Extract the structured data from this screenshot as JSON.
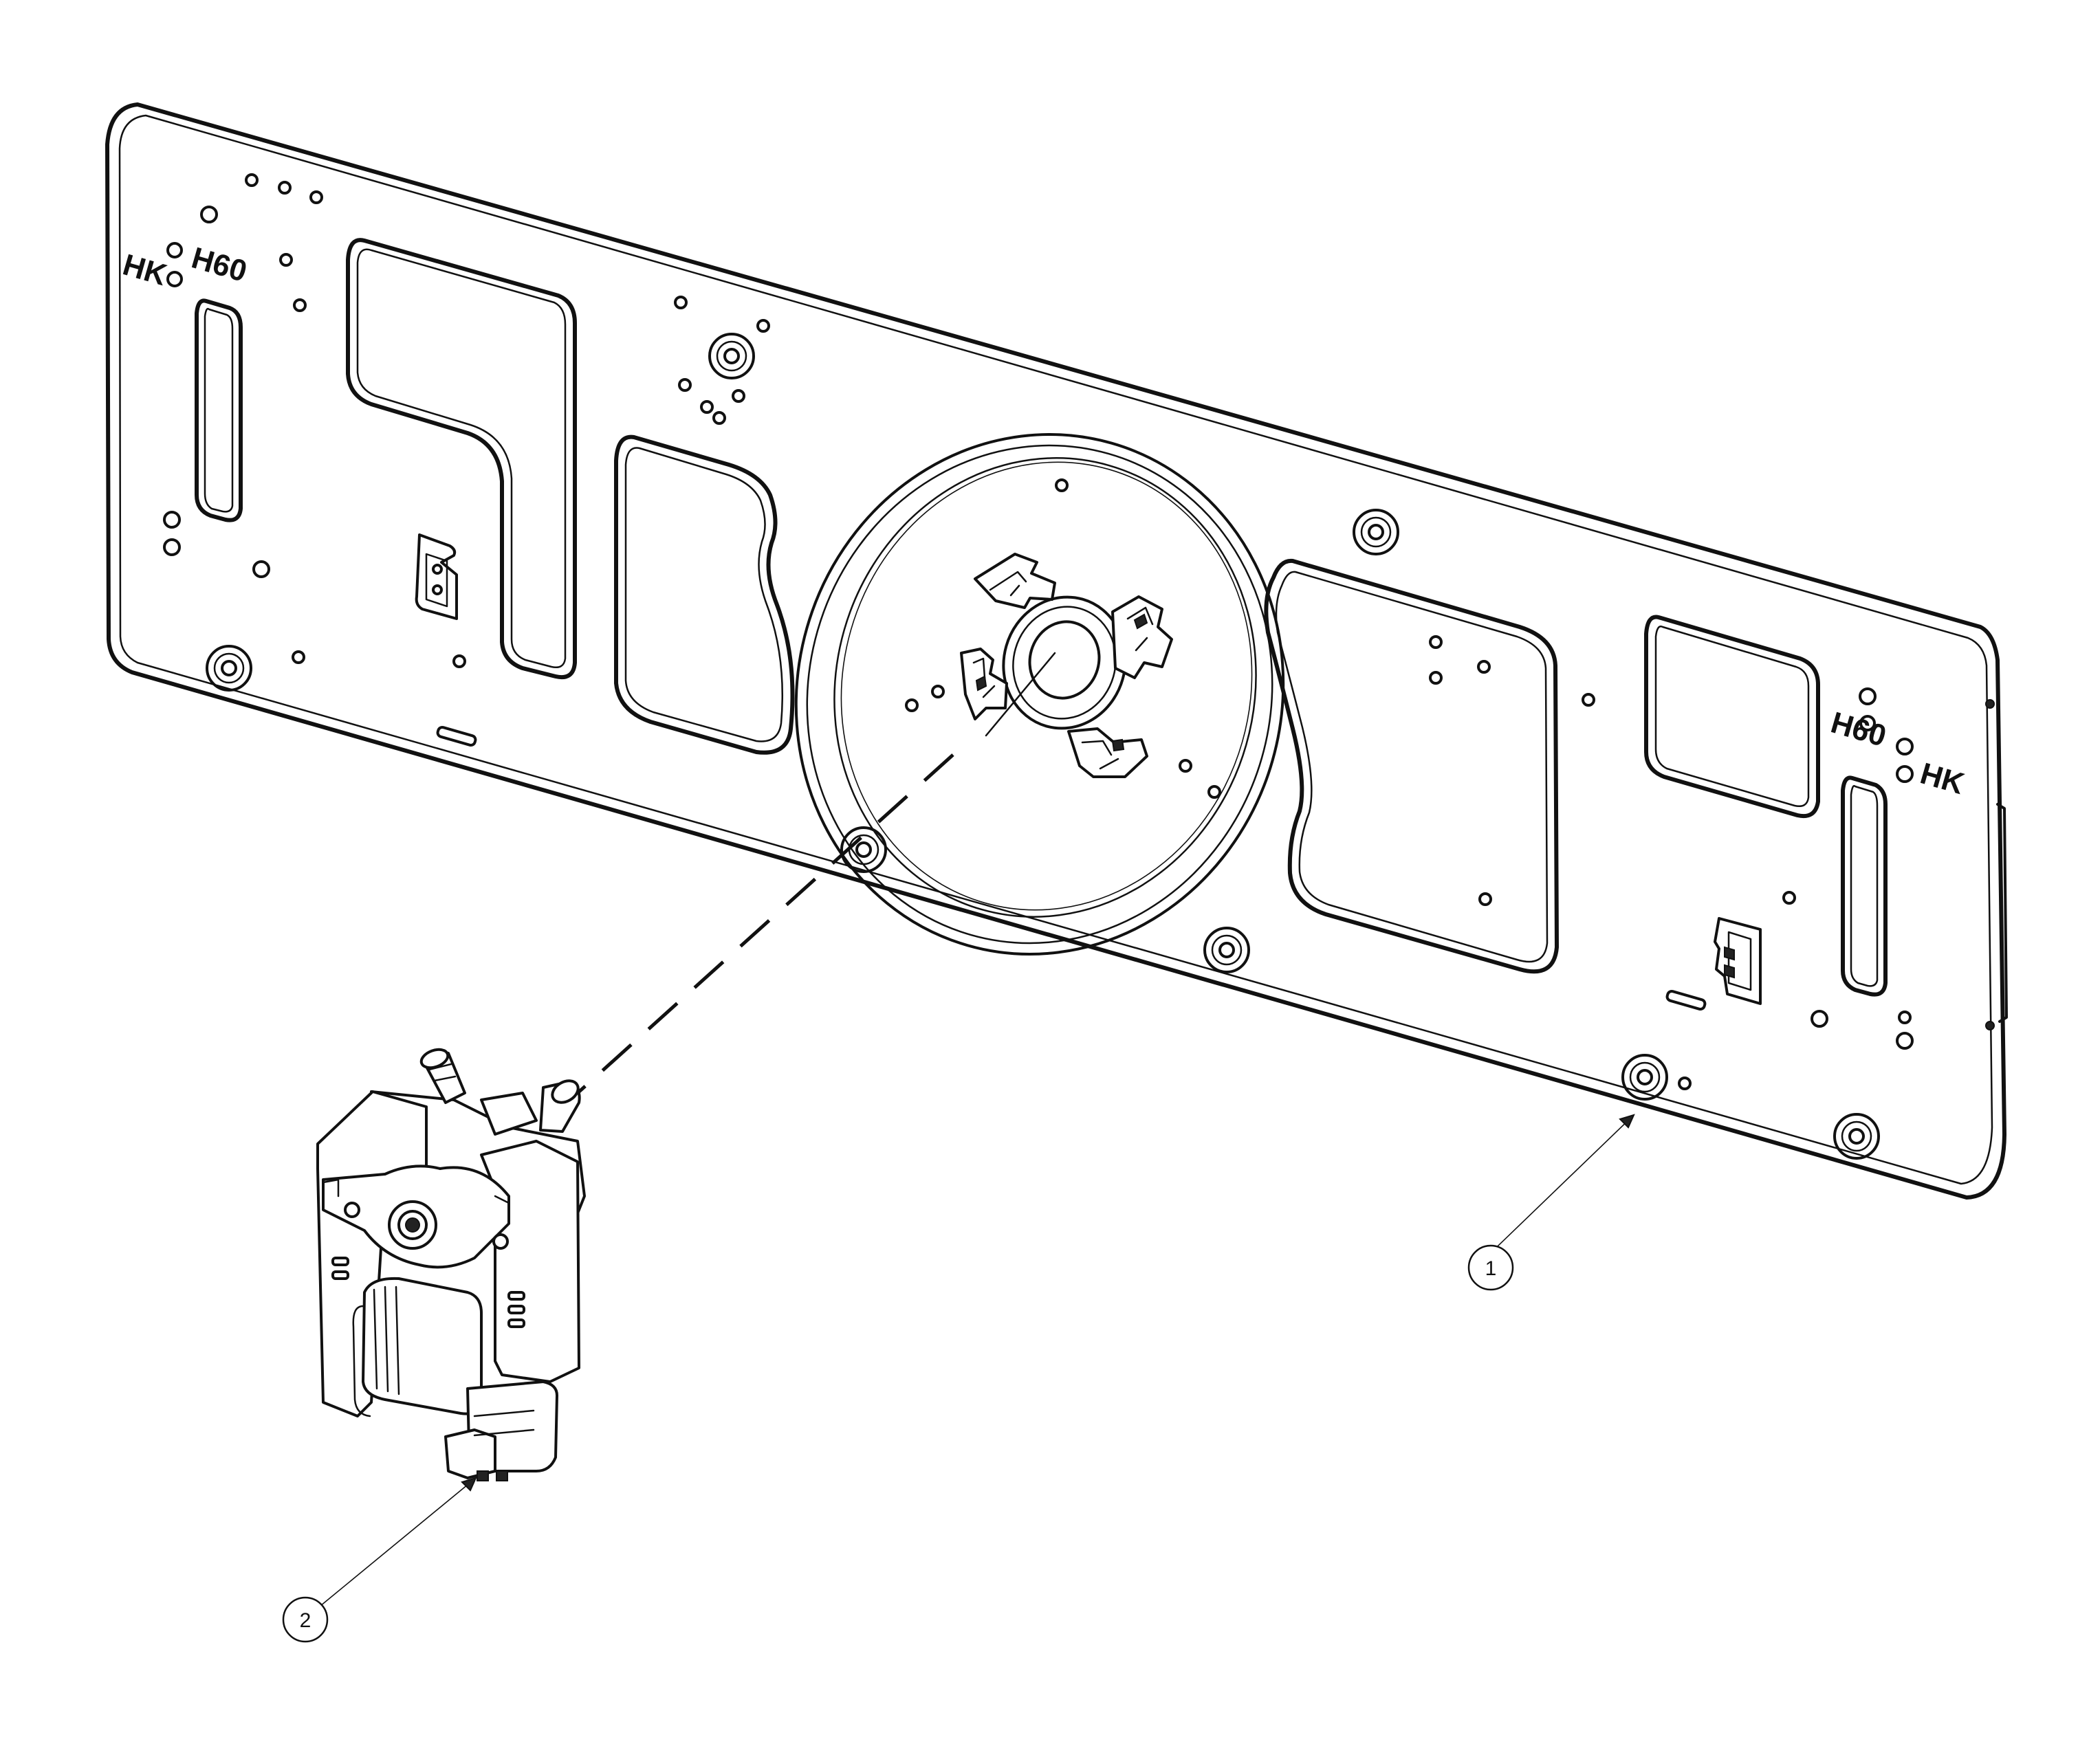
{
  "stamps": {
    "left_hk": "HK",
    "left_h60": "H60",
    "right_h60": "H60",
    "right_hk": "HK"
  },
  "callouts": [
    {
      "label": "1",
      "part": "back panel plate"
    },
    {
      "label": "2",
      "part": "fan motor"
    }
  ],
  "colors": {
    "line": "#111111",
    "background": "#ffffff"
  }
}
